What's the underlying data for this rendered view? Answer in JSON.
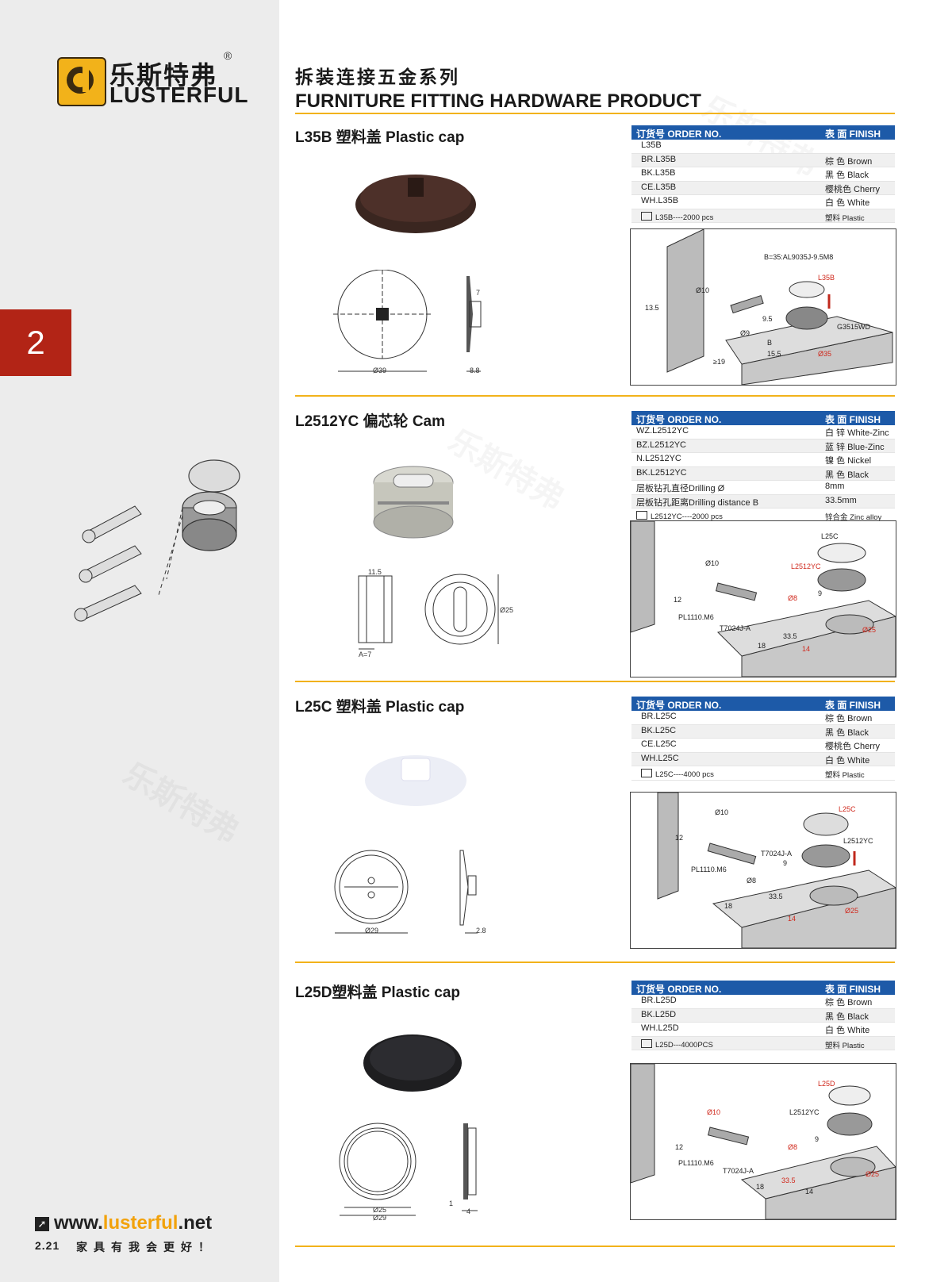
{
  "brand": {
    "name_cn": "乐斯特弗",
    "name_en": "LUSTERFUL",
    "reg_mark": "®"
  },
  "sidebar": {
    "tab_number": "2"
  },
  "footer": {
    "website_prefix": "www.",
    "website_brand": "lusterful",
    "website_suffix": ".net",
    "page": "2.21",
    "slogan": "家具有我会更好！"
  },
  "header": {
    "title_cn": "拆装连接五金系列",
    "title_en": "FURNITURE FITTING HARDWARE PRODUCT"
  },
  "table_headers": {
    "order_no": "订货号 ORDER NO.",
    "finish": "表 面 FINISH"
  },
  "sections": [
    {
      "title": "L35B 塑料盖 Plastic cap",
      "rows": [
        {
          "order": "L35B",
          "finish": ""
        },
        {
          "order": "BR.L35B",
          "finish": "棕 色 Brown"
        },
        {
          "order": "BK.L35B",
          "finish": "黑 色 Black"
        },
        {
          "order": "CE.L35B",
          "finish": "樱桃色 Cherry"
        },
        {
          "order": "WH.L35B",
          "finish": "白 色 White"
        }
      ],
      "pack": {
        "qty": "L35B----2000 pcs",
        "material": "塑料 Plastic"
      },
      "dims": {
        "diam": "Ø39",
        "thick": "8.8",
        "height": "7"
      },
      "labels": {
        "a": "B=35:AL9035J-9.5M8",
        "b": "L35B",
        "c": "Ø10",
        "d": "13.5",
        "e": "9.5",
        "f": "G3515WD",
        "g": "Ø9",
        "h": "B",
        "i": "15.5",
        "j": "Ø35",
        "k": "≥19"
      }
    },
    {
      "title": "L2512YC 偏芯轮 Cam",
      "rows": [
        {
          "order": "WZ.L2512YC",
          "finish": "白 锌 White-Zinc"
        },
        {
          "order": "BZ.L2512YC",
          "finish": "蓝 锌 Blue-Zinc"
        },
        {
          "order": "N.L2512YC",
          "finish": "镍 色 Nickel"
        },
        {
          "order": "BK.L2512YC",
          "finish": "黑 色 Black"
        },
        {
          "order": "层板钻孔直径Drilling Ø",
          "finish": "8mm"
        },
        {
          "order": "层板钻孔距离Drilling distance B",
          "finish": "33.5mm"
        }
      ],
      "pack": {
        "qty": "L2512YC----2000 pcs",
        "material": "锌合金 Zinc alloy"
      },
      "dims": {
        "width": "11.5",
        "a": "A=7",
        "diam": "Ø25"
      },
      "labels": {
        "a": "L25C",
        "b": "L2512YC",
        "c": "Ø10",
        "d": "12",
        "e": "Ø8",
        "f": "9",
        "g": "PL1110.M6",
        "h": "T7024J-A",
        "i": "33.5",
        "j": "Ø25",
        "k": "18",
        "l": "14"
      }
    },
    {
      "title": "L25C 塑料盖 Plastic cap",
      "rows": [
        {
          "order": "BR.L25C",
          "finish": "棕 色 Brown"
        },
        {
          "order": "BK.L25C",
          "finish": "黑 色 Black"
        },
        {
          "order": "CE.L25C",
          "finish": "樱桃色 Cherry"
        },
        {
          "order": "WH.L25C",
          "finish": "白 色 White"
        }
      ],
      "pack": {
        "qty": "L25C----4000 pcs",
        "material": "塑料 Plastic"
      },
      "dims": {
        "diam": "Ø29",
        "thick": "2.8"
      },
      "labels": {
        "a": "L25C",
        "b": "L2512YC",
        "c": "Ø10",
        "d": "12",
        "e": "T7024J-A",
        "f": "9",
        "g": "PL1110.M6",
        "h": "Ø8",
        "i": "33.5",
        "j": "Ø25",
        "k": "18",
        "l": "14"
      }
    },
    {
      "title": "L25D塑料盖 Plastic cap",
      "rows": [
        {
          "order": "BR.L25D",
          "finish": "棕 色 Brown"
        },
        {
          "order": "BK.L25D",
          "finish": "黑 色 Black"
        },
        {
          "order": "WH.L25D",
          "finish": "白 色 White"
        }
      ],
      "pack": {
        "qty": "L25D---4000PCS",
        "material": "塑料 Plastic"
      },
      "dims": {
        "inner": "Ø25",
        "outer": "Ø29",
        "t1": "1",
        "t2": "4"
      },
      "labels": {
        "a": "L25D",
        "b": "L2512YC",
        "c": "Ø10",
        "d": "12",
        "e": "Ø8",
        "f": "9",
        "g": "PL1110.M6",
        "h": "T7024J-A",
        "i": "33.5",
        "j": "Ø25",
        "k": "18",
        "l": "14"
      }
    }
  ]
}
